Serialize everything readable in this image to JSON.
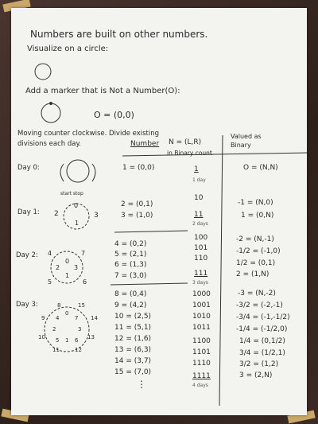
{
  "title": "Numbers are built on other numbers.",
  "subtitle": "Visualize on a circle:",
  "marker_text": "Add a marker that is Not a Number(O):",
  "start_stop": "start stop",
  "marker_eq": "O = (0,0)",
  "moving_line1": "Moving counter clockwise. Divide existing",
  "moving_line2": "divisions each day.",
  "headers": {
    "number": "Number",
    "n_lr": "N = (L,R)",
    "binary_count": "in Binary count",
    "valued_as": "Valued as",
    "binary": "Binary"
  },
  "days": [
    {
      "label": "Day 0:",
      "numbers": [
        "1 = (0,0)"
      ],
      "binary": [
        "1"
      ],
      "day_note": "1 day",
      "values": [
        "O = (N,N)"
      ]
    },
    {
      "label": "Day 1:",
      "numbers": [
        "2 = (0,1)",
        "3 = (1,0)"
      ],
      "binary": [
        "10",
        "11"
      ],
      "day_note": "2 days",
      "values": [
        "-1 = (N,0)",
        "1 = (0,N)"
      ]
    },
    {
      "label": "Day 2:",
      "numbers": [
        "4 = (0,2)",
        "5 = (2,1)",
        "6 = (1,3)",
        "7 = (3,0)"
      ],
      "binary": [
        "100",
        "101",
        "110",
        "111"
      ],
      "day_note": "3 days",
      "values": [
        "-2 = (N,-1)",
        "-1/2 = (-1,0)",
        "1/2 = (0,1)",
        "2 = (1,N)"
      ]
    },
    {
      "label": "Day 3:",
      "numbers": [
        "8 = (0,4)",
        "9 = (4,2)",
        "10 = (2,5)",
        "11 = (5,1)",
        "12 = (1,6)",
        "13 = (6,3)",
        "14 = (3,7)",
        "15 = (7,0)"
      ],
      "binary": [
        "1000",
        "1001",
        "1010",
        "1011",
        "1100",
        "1101",
        "1110",
        "1111"
      ],
      "day_note": "4 days",
      "values": [
        "-3 = (N,-2)",
        "-3/2 = (-2,-1)",
        "-3/4 = (-1,-1/2)",
        "-1/4 = (-1/2,0)",
        "1/4 = (0,1/2)",
        "3/4 = (1/2,1)",
        "3/2 = (1,2)",
        "3 = (2,N)"
      ]
    }
  ],
  "ellipsis": "⋮",
  "circle_labels": {
    "day1": [
      "2",
      "0",
      "3",
      "1",
      "start",
      "stop"
    ],
    "day2": [
      "4",
      "7",
      "2",
      "0",
      "3",
      "5",
      "1",
      "6"
    ],
    "day3": [
      "8",
      "15",
      "4",
      "0",
      "7",
      "9",
      "14",
      "2",
      "3",
      "10",
      "13",
      "5",
      "1",
      "6",
      "11",
      "12"
    ]
  }
}
